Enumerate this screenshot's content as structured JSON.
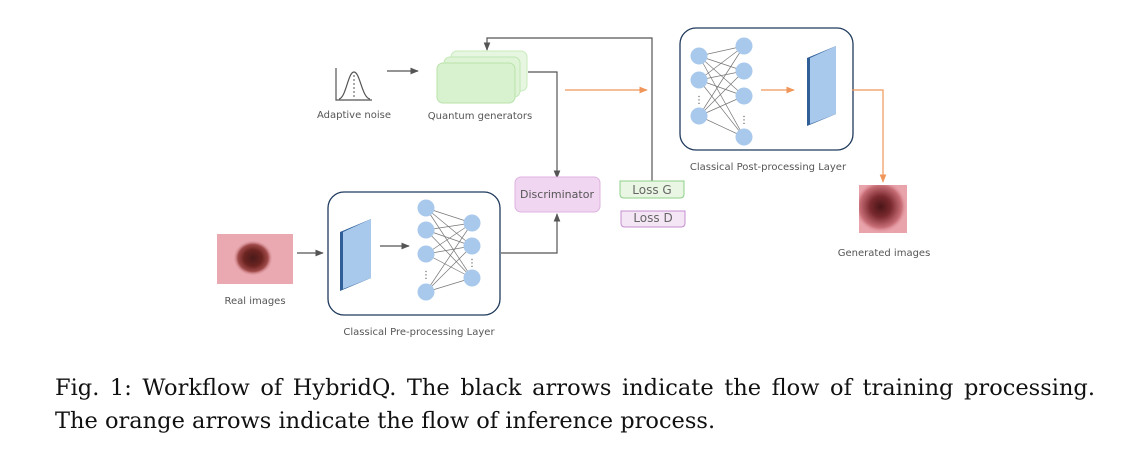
{
  "colors": {
    "training_arrow": "#555555",
    "inference_arrow": "#f0965a",
    "generator_fill": "#d8f1cf",
    "generator_stroke": "#b9e3aa",
    "discriminator_fill": "#f1d6f1",
    "discriminator_stroke": "#ddb3e0",
    "neuron_fill": "#a9c9ec",
    "layer_box_stroke": "#1f3a5c",
    "conv_plane_face": "#a9c9ec",
    "conv_plane_edge": "#2f5f96",
    "loss_g_stroke": "#8fd08a",
    "loss_d_stroke": "#c58fd0"
  },
  "diagram": {
    "adaptive_noise_label": "Adaptive noise",
    "quantum_generators_label": "Quantum generators",
    "discriminator_label": "Discriminator",
    "loss_g_label": "Loss G",
    "loss_d_label": "Loss D",
    "post_layer_label": "Classical Post-processing Layer",
    "pre_layer_label": "Classical Pre-processing Layer",
    "real_images_label": "Real images",
    "generated_images_label": "Generated images",
    "ellipsis": "⋮"
  },
  "caption": {
    "figure_label": "Fig. 1:",
    "text": "Workflow of HybridQ. The black arrows indicate the flow of training processing. The orange arrows indicate the flow of inference process."
  }
}
